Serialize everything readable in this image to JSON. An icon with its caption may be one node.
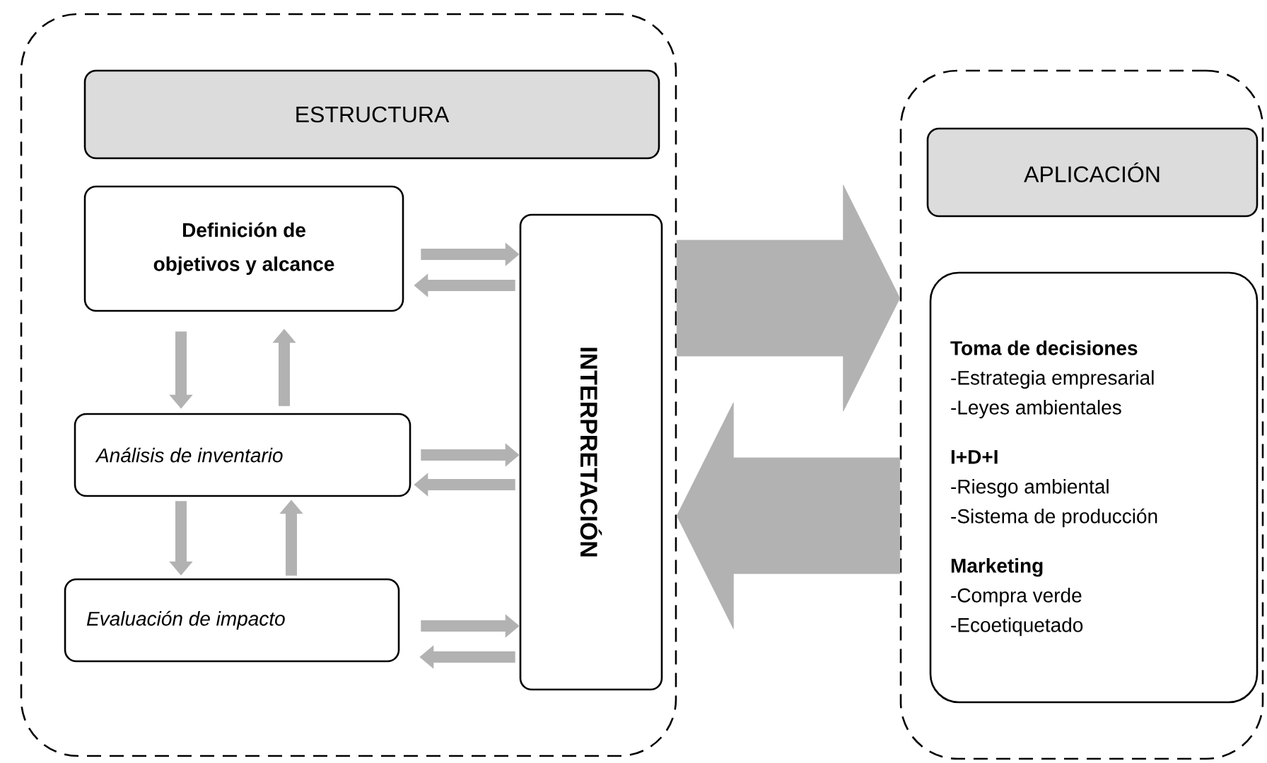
{
  "diagram": {
    "nodes": [
      {
        "text": [],
        "shape": "box"
      },
      {
        "text": [
          "ESTRUCTURA"
        ],
        "in": 0
      },
      {
        "text": [
          "Definición de objetivos y alcance"
        ],
        "in": 0
      },
      {
        "text": [
          "Análisis de inventario"
        ],
        "in": 0
      },
      {
        "text": [
          "Evaluación de impacto"
        ],
        "in": 0
      },
      {
        "text": [
          "INTERPRETACIÓN"
        ],
        "in": 0
      },
      {
        "text": [],
        "shape": "box"
      },
      {
        "text": [
          "APLICACIÓN"
        ],
        "in": 6
      },
      {
        "text": [
          "Toma de decisiones",
          "-Estrategia empresarial",
          "-Leyes ambientales",
          "I+D+I",
          "-Riesgo ambiental",
          "-Sistema de producción",
          "Marketing",
          "-Compra verde",
          "-Ecoetiquetado"
        ],
        "in": 6
      }
    ],
    "edges": [
      {
        "from": 2,
        "to": 3,
        "arrow": "to"
      },
      {
        "from": 3,
        "to": 2,
        "arrow": "to"
      },
      {
        "from": 3,
        "to": 4,
        "arrow": "to"
      },
      {
        "from": 4,
        "to": 3,
        "arrow": "to"
      },
      {
        "from": 2,
        "to": 5,
        "arrow": "to"
      },
      {
        "from": 5,
        "to": 2,
        "arrow": "to"
      },
      {
        "from": 3,
        "to": 5,
        "arrow": "to"
      },
      {
        "from": 5,
        "to": 3,
        "arrow": "to"
      },
      {
        "from": 4,
        "to": 5,
        "arrow": "to"
      },
      {
        "from": 5,
        "to": 4,
        "arrow": "to"
      },
      {
        "from": 0,
        "to": 6,
        "arrow": "to",
        "style": "thick"
      },
      {
        "from": 6,
        "to": 0,
        "arrow": "to",
        "style": "thick"
      }
    ]
  }
}
